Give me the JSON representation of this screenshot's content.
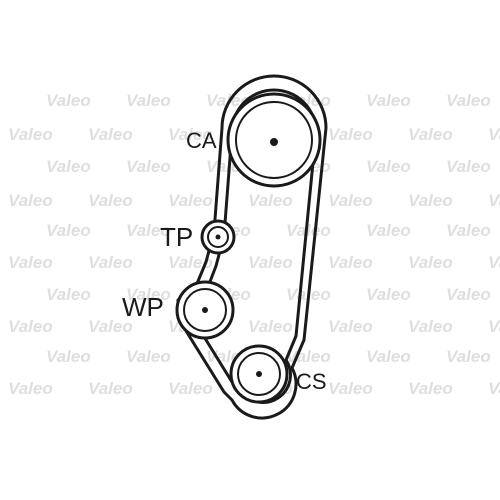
{
  "watermark": {
    "text": "Valeo"
  },
  "pulleys": [
    {
      "id": "ca",
      "label": "CA"
    },
    {
      "id": "tp",
      "label": "TP"
    },
    {
      "id": "wp",
      "label": "WP"
    },
    {
      "id": "cs",
      "label": "CS"
    }
  ],
  "colors": {
    "line": "#1a1a1a",
    "watermark": "#d9d9d9",
    "background": "#ffffff"
  }
}
